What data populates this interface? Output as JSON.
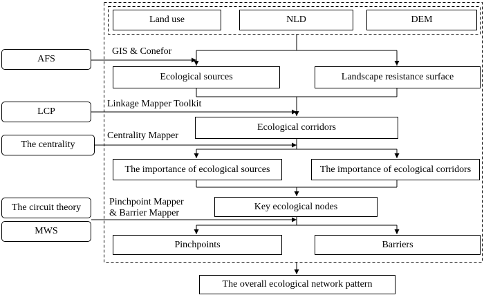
{
  "inputs": {
    "land_use": "Land use",
    "nld": "NLD",
    "dem": "DEM"
  },
  "methods": {
    "afs": "AFS",
    "lcp": "LCP",
    "centrality": "The centrality",
    "circuit_theory": "The circuit theory",
    "mws": "MWS"
  },
  "tools": {
    "gis_conefor": "GIS & Conefor",
    "linkage_mapper": "Linkage Mapper Toolkit",
    "centrality_mapper": "Centrality Mapper",
    "pinchpoint_mapper": "Pinchpoint Mapper",
    "barrier_mapper": "& Barrier Mapper"
  },
  "steps": {
    "ecological_sources": "Ecological sources",
    "resistance_surface": "Landscape  resistance surface",
    "ecological_corridors": "Ecological corridors",
    "importance_sources": "The importance of ecological sources",
    "importance_corridors": "The importance of ecological corridors",
    "key_nodes": "Key ecological nodes",
    "pinchpoints": "Pinchpoints",
    "barriers": "Barriers",
    "overall_pattern": "The overall ecological network pattern"
  }
}
